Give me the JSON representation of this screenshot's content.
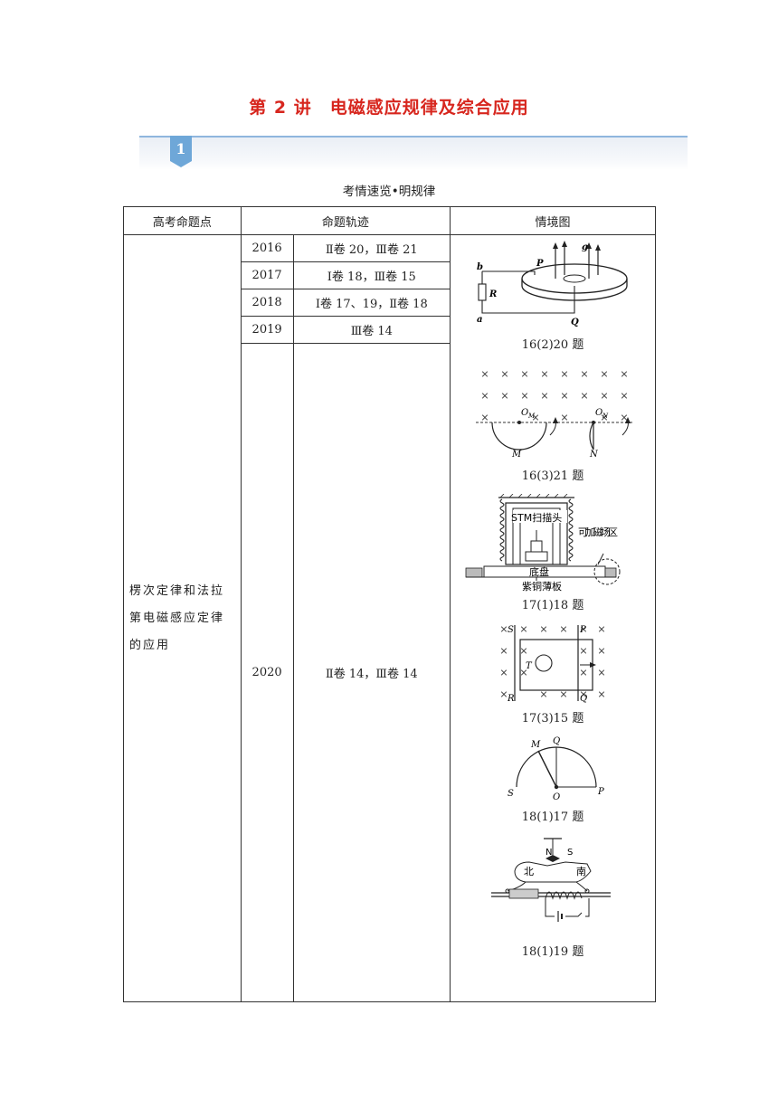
{
  "title": "第 2 讲　电磁感应规律及综合应用",
  "section_number": "1",
  "section_caption": "考情速览•明规律",
  "table": {
    "headers": [
      "高考命题点",
      "命题轨迹",
      "情境图"
    ],
    "topic": "楞次定律和法拉第电磁感应定律的应用",
    "rows": [
      {
        "year": "2016",
        "track": "Ⅱ卷 20，Ⅲ卷 21"
      },
      {
        "year": "2017",
        "track": "Ⅰ卷 18，Ⅲ卷 15"
      },
      {
        "year": "2018",
        "track": "Ⅰ卷 17、19，Ⅱ卷 18"
      },
      {
        "year": "2019",
        "track": "Ⅲ卷 14"
      },
      {
        "year": "2020",
        "track": "Ⅱ卷 14，Ⅲ卷 14"
      }
    ],
    "figures": [
      {
        "caption": "16(2)20 题",
        "labels": {
          "b": "b",
          "a": "a",
          "P": "P",
          "Q": "Q",
          "R": "R",
          "g": "g"
        }
      },
      {
        "caption": "16(3)21 题",
        "labels": {
          "OM": "O",
          "M": "M",
          "N": "N",
          "sub_m": "M",
          "sub_n": "N"
        }
      },
      {
        "caption": "17(1)18 题",
        "labels": {
          "head": "STM扫描头",
          "zone": "可加磁场区",
          "base": "底盘",
          "plate": "紫铜薄板"
        }
      },
      {
        "caption": "17(3)15 题",
        "labels": {
          "S": "S",
          "P": "P",
          "R": "R",
          "Q": "Q",
          "T": "T"
        }
      },
      {
        "caption": "18(1)17 题",
        "labels": {
          "M": "M",
          "Q": "Q",
          "S": "S",
          "O": "O",
          "P": "P"
        }
      },
      {
        "caption": "18(1)19 题",
        "labels": {
          "N": "N",
          "S": "S",
          "north": "北",
          "south": "南"
        }
      }
    ]
  }
}
